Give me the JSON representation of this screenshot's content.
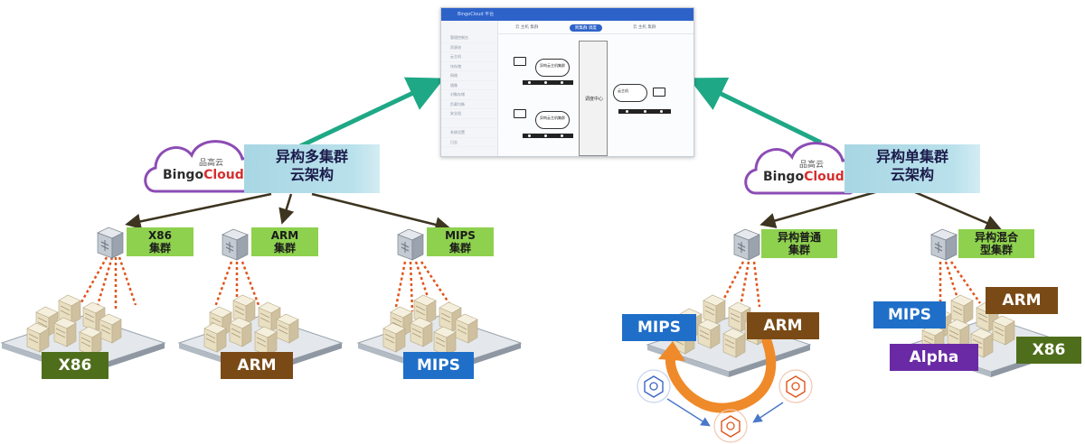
{
  "screenshot": {
    "window_title": "BingoCloud 平台",
    "tabs": [
      "云 主机 集群",
      "跨集群 调度",
      "云 主机 集群"
    ],
    "active_tab": 1,
    "side_items": [
      "管理控制台",
      "资源池",
      "云主机",
      "块存储",
      "网络",
      "镜像",
      "对象存储",
      "负载均衡",
      "安全组",
      "",
      "系统设置",
      "日志"
    ],
    "middle_panel": "调度中心",
    "cloud_labels": [
      "异构云主机集群",
      "异构云主机集群",
      "云主机"
    ]
  },
  "left": {
    "logo": {
      "brand_dark": "Bingo",
      "brand_red": "Cloud",
      "cn": "品高云"
    },
    "banner_line1": "异构多集群",
    "banner_line2": "云架构",
    "clusters": [
      {
        "label_line1": "X86",
        "label_line2": "集群",
        "tag": "X86"
      },
      {
        "label_line1": "ARM",
        "label_line2": "集群",
        "tag": "ARM"
      },
      {
        "label_line1": "MIPS",
        "label_line2": "集群",
        "tag": "MIPS"
      }
    ]
  },
  "right": {
    "logo": {
      "brand_dark": "Bingo",
      "brand_red": "Cloud",
      "cn": "品高云"
    },
    "banner_line1": "异构单集群",
    "banner_line2": "云架构",
    "clusters": [
      {
        "label_line1": "异构普通",
        "label_line2": "集群",
        "tags": [
          "MIPS",
          "ARM"
        ]
      },
      {
        "label_line1": "异构混合",
        "label_line2": "型集群",
        "tags": [
          "MIPS",
          "ARM",
          "Alpha",
          "X86"
        ]
      }
    ]
  },
  "colors": {
    "teal_arrow": "#1fa886",
    "dark_arrow": "#3d3520",
    "dotted": "#e0551c",
    "migration_arrow": "#ef8a2a",
    "x86": "#4f6e1c",
    "arm": "#7a4a16",
    "mips": "#1f6fc9",
    "alpha": "#6a2aa5",
    "banner": "#b1dbe7",
    "cluster_label": "#8ed14e"
  }
}
